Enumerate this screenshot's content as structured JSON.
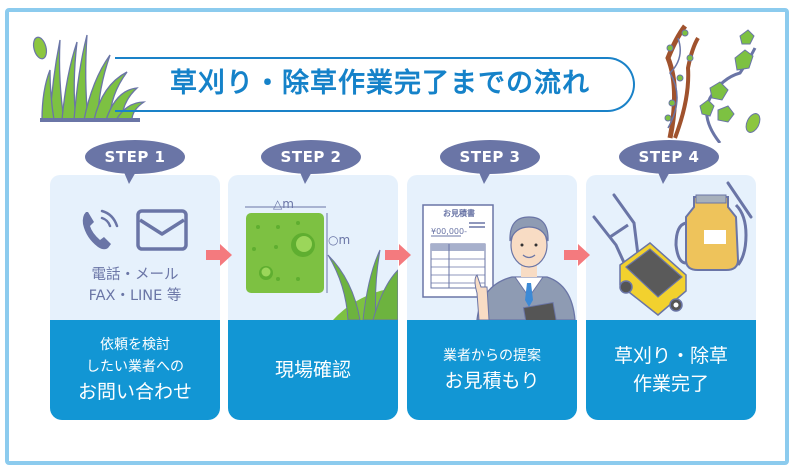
{
  "title": "草刈り・除草作業完了までの流れ",
  "colors": {
    "frame": "#8ccbee",
    "title": "#1582c9",
    "bubble": "#6a75a6",
    "panel": "#e6f1fc",
    "label_box": "#1296d4",
    "arrow": "#f47a7e"
  },
  "steps": [
    {
      "badge": "STEP 1",
      "icons": [
        "phone-icon",
        "mail-icon"
      ],
      "contact_line1": "電話・メール",
      "contact_line2": "FAX・LINE 等",
      "label_lines": [
        "依頼を検討",
        "したい業者への",
        "お問い合わせ"
      ]
    },
    {
      "badge": "STEP 2",
      "dim_width": "△m",
      "dim_height": "○m",
      "label_lines": [
        "現場確認"
      ]
    },
    {
      "badge": "STEP 3",
      "doc_title": "お見積書",
      "doc_amount": "¥00,000-",
      "label_lines": [
        "業者からの提案",
        "お見積もり"
      ]
    },
    {
      "badge": "STEP 4",
      "label_lines": [
        "草刈り・除草",
        "作業完了"
      ]
    }
  ]
}
